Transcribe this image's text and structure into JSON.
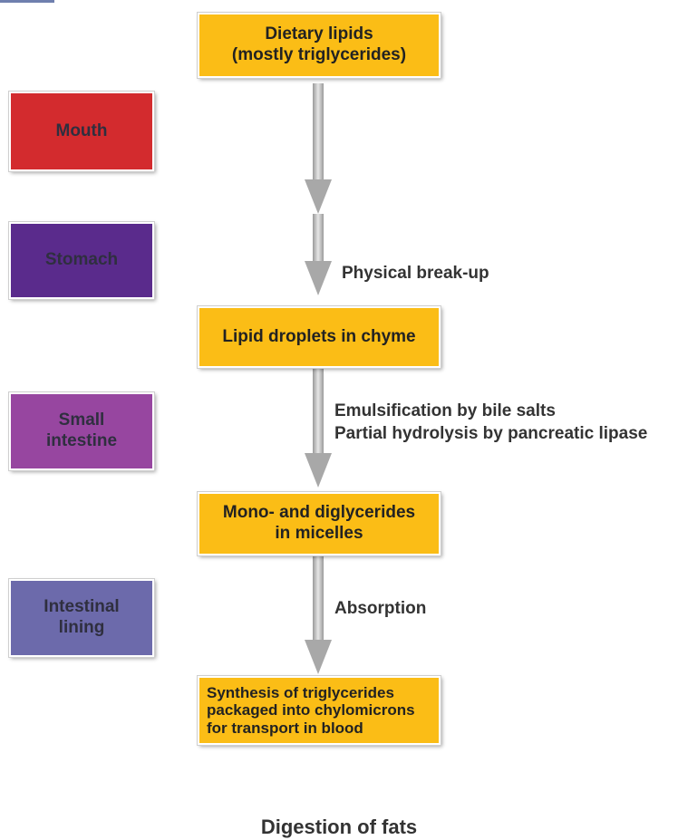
{
  "organs": [
    {
      "id": "mouth",
      "lines": [
        "Mouth"
      ],
      "color": "#d32b2e"
    },
    {
      "id": "stomach",
      "lines": [
        "Stomach"
      ],
      "color": "#5a2b8c"
    },
    {
      "id": "small-intestine",
      "lines": [
        "Small",
        "intestine"
      ],
      "color": "#9746a0"
    },
    {
      "id": "intestinal-lining",
      "lines": [
        "Intestinal",
        "lining"
      ],
      "color": "#6c6aab"
    }
  ],
  "steps": [
    {
      "lines": [
        "Dietary lipids",
        "(mostly triglycerides)"
      ]
    },
    {
      "lines": [
        "Lipid droplets in chyme"
      ]
    },
    {
      "lines": [
        "Mono- and diglycerides",
        "in micelles"
      ]
    },
    {
      "lines": [
        "Synthesis of triglycerides",
        "packaged into chylomicrons",
        "for transport in blood"
      ]
    }
  ],
  "processes": [
    {
      "lines": [
        "Physical break-up"
      ]
    },
    {
      "lines": [
        "Emulsification by bile salts",
        "Partial hydrolysis by pancreatic lipase"
      ]
    },
    {
      "lines": [
        "Absorption"
      ]
    }
  ],
  "caption": "Digestion of fats",
  "colors": {
    "step_fill": "#fbbd16",
    "arrow": "#b5b5b5"
  }
}
